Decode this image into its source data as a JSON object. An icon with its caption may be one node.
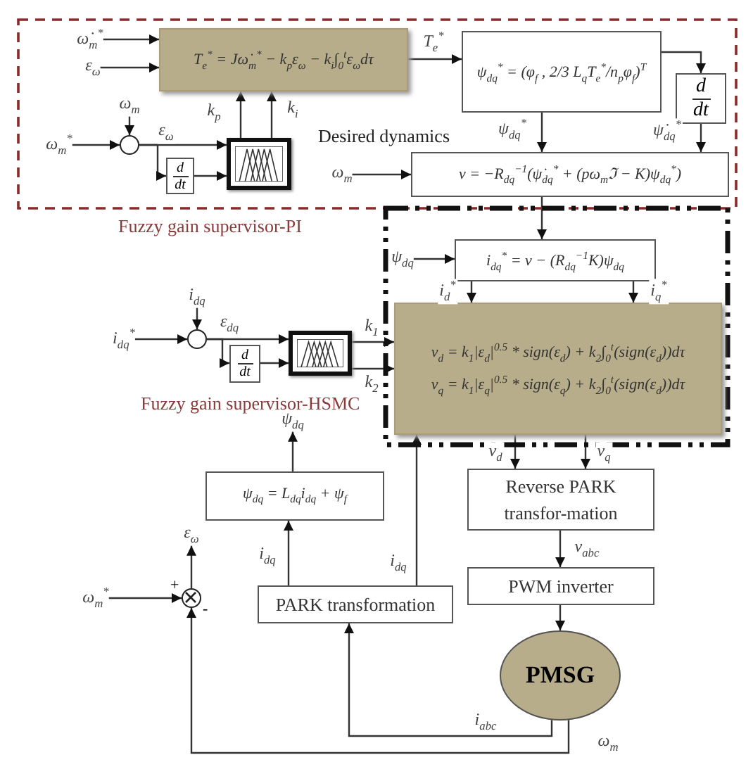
{
  "diagram": {
    "nodes": [
      {
        "text": [
          "Fuzzy gain supervisor-PI"
        ]
      },
      {
        "text": [
          "T$_{e}$$^{*}$ = Jω̇$_{m}$$^{*}$ − k$_{p}$ε$_{ω}$ − k$_{i}$∫$_{0}$$^{t}$ε$_{ω}$dτ"
        ],
        "in": 0
      },
      {
        "text": [
          "ω̇$_{m}$$^{*}$"
        ],
        "in": 0
      },
      {
        "text": [
          "ε$_{ω}$"
        ],
        "in": 0
      },
      {
        "text": [
          "ω$_{m}$"
        ],
        "in": 0
      },
      {
        "text": [
          "ω$_{m}$$^{*}$"
        ],
        "in": 0
      },
      {
        "text": [],
        "shape": "circle",
        "in": 0
      },
      {
        "text": [
          "d",
          "dt"
        ],
        "in": 0
      },
      {
        "text": [],
        "shape": "box",
        "in": 0
      },
      {
        "text": [
          "ψ$_{dq}$$^{*}$ = (φ$_{f}$ , 2/3 L$_{q}$T$_{e}$$^{*}$/n$_{p}$φ$_{f}$)$^{T}$"
        ],
        "in": 0
      },
      {
        "text": [
          "d",
          "dt"
        ],
        "in": 0
      },
      {
        "text": [
          "ω$_{m}$"
        ],
        "in": 0
      },
      {
        "text": [
          "v = −R$_{dq}$$^{−1}$(ψ̇$_{dq}$$^{*}$ + (pω$_{m}$ℑ − K)ψ$_{dq}$$^{*}$)"
        ],
        "in": 0
      },
      {
        "text": [],
        "shape": "box"
      },
      {
        "text": [
          "ψ$_{dq}$"
        ],
        "in": 13
      },
      {
        "text": [
          "i$_{dq}$$^{*}$ = v − (R$_{dq}$$^{−1}$K)ψ$_{dq}$"
        ],
        "in": 13
      },
      {
        "text": [
          "v$_{d}$ = k$_{1}$|ε$_{d}$|$^{0.5}$ * sign(ε$_{d}$) + k$_{2}$∫$_{0}$$^{t}$(sign(ε$_{d}$))dτ",
          "v$_{q}$ = k$_{1}$|ε$_{q}$|$^{0.5}$ * sign(ε$_{q}$) + k$_{2}$∫$_{0}$$^{t}$(sign(ε$_{d}$))dτ"
        ],
        "in": 13
      },
      {
        "text": [
          "i$_{dq}$$^{*}$"
        ]
      },
      {
        "text": [
          "i$_{dq}$"
        ]
      },
      {
        "text": [],
        "shape": "circle"
      },
      {
        "text": [
          "d",
          "dt"
        ]
      },
      {
        "text": [],
        "shape": "box"
      },
      {
        "text": [
          "ψ$_{dq}$"
        ]
      },
      {
        "text": [
          "ψ$_{dq}$ = L$_{dq}$i$_{dq}$ + ψ$_{f}$"
        ]
      },
      {
        "text": [
          "Reverse PARK transfor-mation"
        ]
      },
      {
        "text": [
          "PWM inverter"
        ]
      },
      {
        "text": [
          "PMSG"
        ]
      },
      {
        "text": [
          "PARK transformation"
        ]
      },
      {
        "text": [
          "ε$_{ω}$"
        ]
      },
      {
        "text": [
          "ω$_{m}$$^{*}$"
        ]
      },
      {
        "text": [],
        "shape": "circle",
        "beside": [
          "+",
          "-"
        ]
      }
    ],
    "edges": [
      {
        "from": 2,
        "to": 1,
        "arrow": "to"
      },
      {
        "from": 3,
        "to": 1,
        "arrow": "to"
      },
      {
        "from": 5,
        "to": 6,
        "arrow": "to"
      },
      {
        "from": 4,
        "to": 6,
        "arrow": "to"
      },
      {
        "from": 6,
        "to": 8,
        "arrow": "to",
        "label": "ε$_{ω}$"
      },
      {
        "from": 6,
        "to": 7,
        "arrow": "to"
      },
      {
        "from": 7,
        "to": 8,
        "arrow": "to"
      },
      {
        "from": 8,
        "to": 1,
        "arrow": "to",
        "label": "k$_{p}$"
      },
      {
        "from": 8,
        "to": 1,
        "arrow": "to",
        "label": "k$_{i}$"
      },
      {
        "from": 1,
        "to": 9,
        "arrow": "to",
        "label": "T$_{e}$$^{*}$"
      },
      {
        "from": 9,
        "to": 10,
        "arrow": "to"
      },
      {
        "from": 9,
        "to": 12,
        "arrow": "to",
        "label": "ψ$_{dq}$$^{*}$"
      },
      {
        "from": 10,
        "to": 12,
        "arrow": "to",
        "label": "ψ̇$_{dq}$$^{*}$"
      },
      {
        "from": 11,
        "to": 12,
        "arrow": "to"
      },
      {
        "from": 12,
        "to": 15,
        "arrow": "to"
      },
      {
        "from": 14,
        "to": 15,
        "arrow": "to"
      },
      {
        "from": 15,
        "to": 16,
        "arrow": "to",
        "label": "i$_{d}$$^{*}$"
      },
      {
        "from": 15,
        "to": 16,
        "arrow": "to",
        "label": "i$_{q}$$^{*}$"
      },
      {
        "from": 17,
        "to": 19,
        "arrow": "to"
      },
      {
        "from": 18,
        "to": 19,
        "arrow": "to"
      },
      {
        "from": 19,
        "to": 21,
        "arrow": "to",
        "label": "ε$_{dq}$"
      },
      {
        "from": 19,
        "to": 20,
        "arrow": "to"
      },
      {
        "from": 20,
        "to": 21,
        "arrow": "to"
      },
      {
        "from": 21,
        "to": 16,
        "arrow": "to",
        "label": "k$_{1}$"
      },
      {
        "from": 21,
        "to": 16,
        "arrow": "to",
        "label": "k$_{2}$"
      },
      {
        "from": 23,
        "to": 22,
        "arrow": "to"
      },
      {
        "from": 27,
        "to": 23,
        "arrow": "to",
        "label": "i$_{dq}$"
      },
      {
        "from": 27,
        "to": 16,
        "arrow": "to",
        "label": "i$_{dq}$"
      },
      {
        "from": 16,
        "to": 24,
        "arrow": "to",
        "label": "v$_{d}$"
      },
      {
        "from": 16,
        "to": 24,
        "arrow": "to",
        "label": "v$_{q}$"
      },
      {
        "from": 24,
        "to": 25,
        "arrow": "to",
        "label": "v$_{abc}$"
      },
      {
        "from": 25,
        "to": 26,
        "arrow": "to"
      },
      {
        "from": 26,
        "to": 27,
        "arrow": "to",
        "label": "i$_{abc}$"
      },
      {
        "from": 26,
        "to": 30,
        "arrow": "to",
        "label": "ω$_{m}$"
      },
      {
        "from": 29,
        "to": 30,
        "arrow": "to"
      },
      {
        "from": 30,
        "to": 28,
        "arrow": "to"
      }
    ],
    "labels": [
      "Desired dynamics",
      "Fuzzy gain supervisor-HSMC"
    ]
  }
}
